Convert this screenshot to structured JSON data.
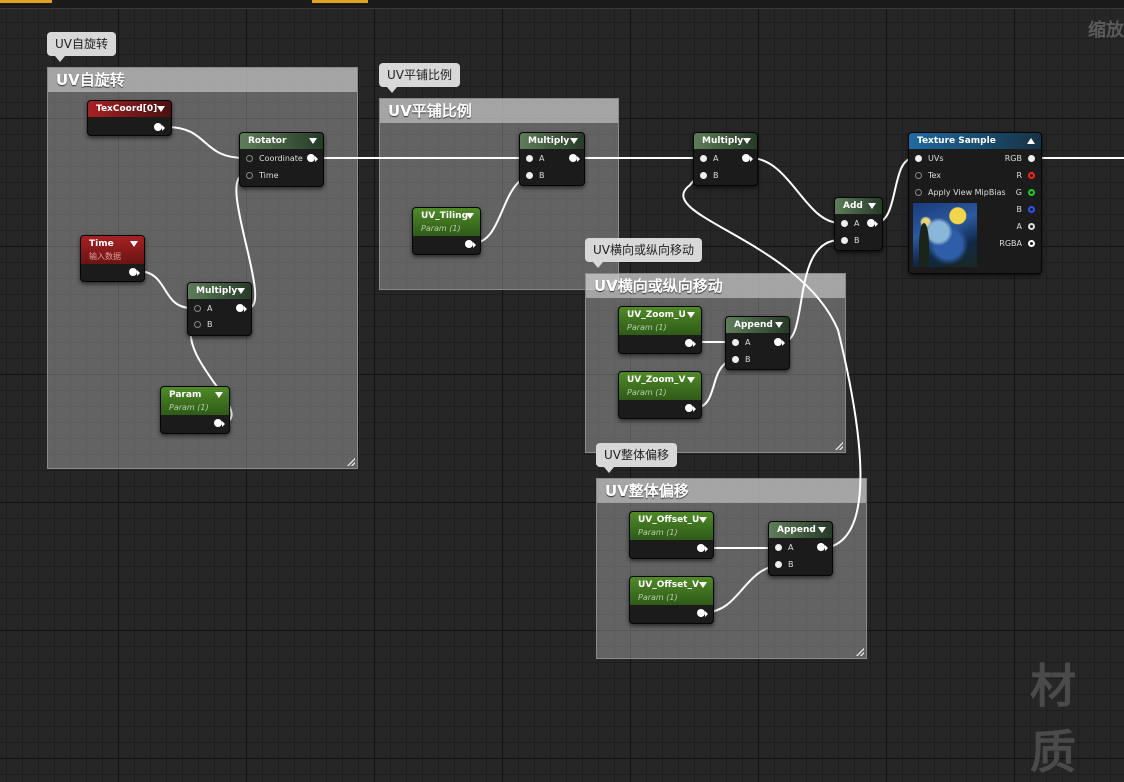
{
  "zoom_label": "缩放",
  "watermark": "材质",
  "comments": {
    "rotate": {
      "bubble": "UV自旋转",
      "title": "UV自旋转"
    },
    "tiling": {
      "bubble": "UV平铺比例",
      "title": "UV平铺比例"
    },
    "pan": {
      "bubble": "UV横向或纵向移动",
      "title": "UV横向或纵向移动"
    },
    "offset": {
      "bubble": "UV整体偏移",
      "title": "UV整体偏移"
    }
  },
  "nodes": {
    "texcoord": {
      "title": "TexCoord[0]"
    },
    "rotator": {
      "title": "Rotator",
      "pins": [
        "Coordinate",
        "Time"
      ]
    },
    "time": {
      "title": "Time",
      "subtitle": "输入数据"
    },
    "multiply_rot": {
      "title": "Multiply",
      "pins": [
        "A",
        "B"
      ]
    },
    "param": {
      "title": "Param",
      "subtitle": "Param (1)"
    },
    "multiply_tile": {
      "title": "Multiply",
      "pins": [
        "A",
        "B"
      ]
    },
    "uv_tiling": {
      "title": "UV_Tiling",
      "subtitle": "Param (1)"
    },
    "multiply_main": {
      "title": "Multiply",
      "pins": [
        "A",
        "B"
      ]
    },
    "add": {
      "title": "Add",
      "pins": [
        "A",
        "B"
      ]
    },
    "texture_sample": {
      "title": "Texture Sample",
      "inputs": [
        "UVs",
        "Tex",
        "Apply View MipBias"
      ],
      "outputs": [
        "RGB",
        "R",
        "G",
        "B",
        "A",
        "RGBA"
      ]
    },
    "uv_zoom_u": {
      "title": "UV_Zoom_U",
      "subtitle": "Param (1)"
    },
    "uv_zoom_v": {
      "title": "UV_Zoom_V",
      "subtitle": "Param (1)"
    },
    "append_pan": {
      "title": "Append",
      "pins": [
        "A",
        "B"
      ]
    },
    "uv_offset_u": {
      "title": "UV_Offset_U",
      "subtitle": "Param (1)"
    },
    "uv_offset_v": {
      "title": "UV_Offset_V",
      "subtitle": "Param (1)"
    },
    "append_offset": {
      "title": "Append",
      "pins": [
        "A",
        "B"
      ]
    }
  },
  "colors": {
    "rgb": "#ffffff",
    "r": "#ff2020",
    "g": "#20d020",
    "b": "#3050ff",
    "a": "#dddddd",
    "rgba": "#ffffff"
  }
}
